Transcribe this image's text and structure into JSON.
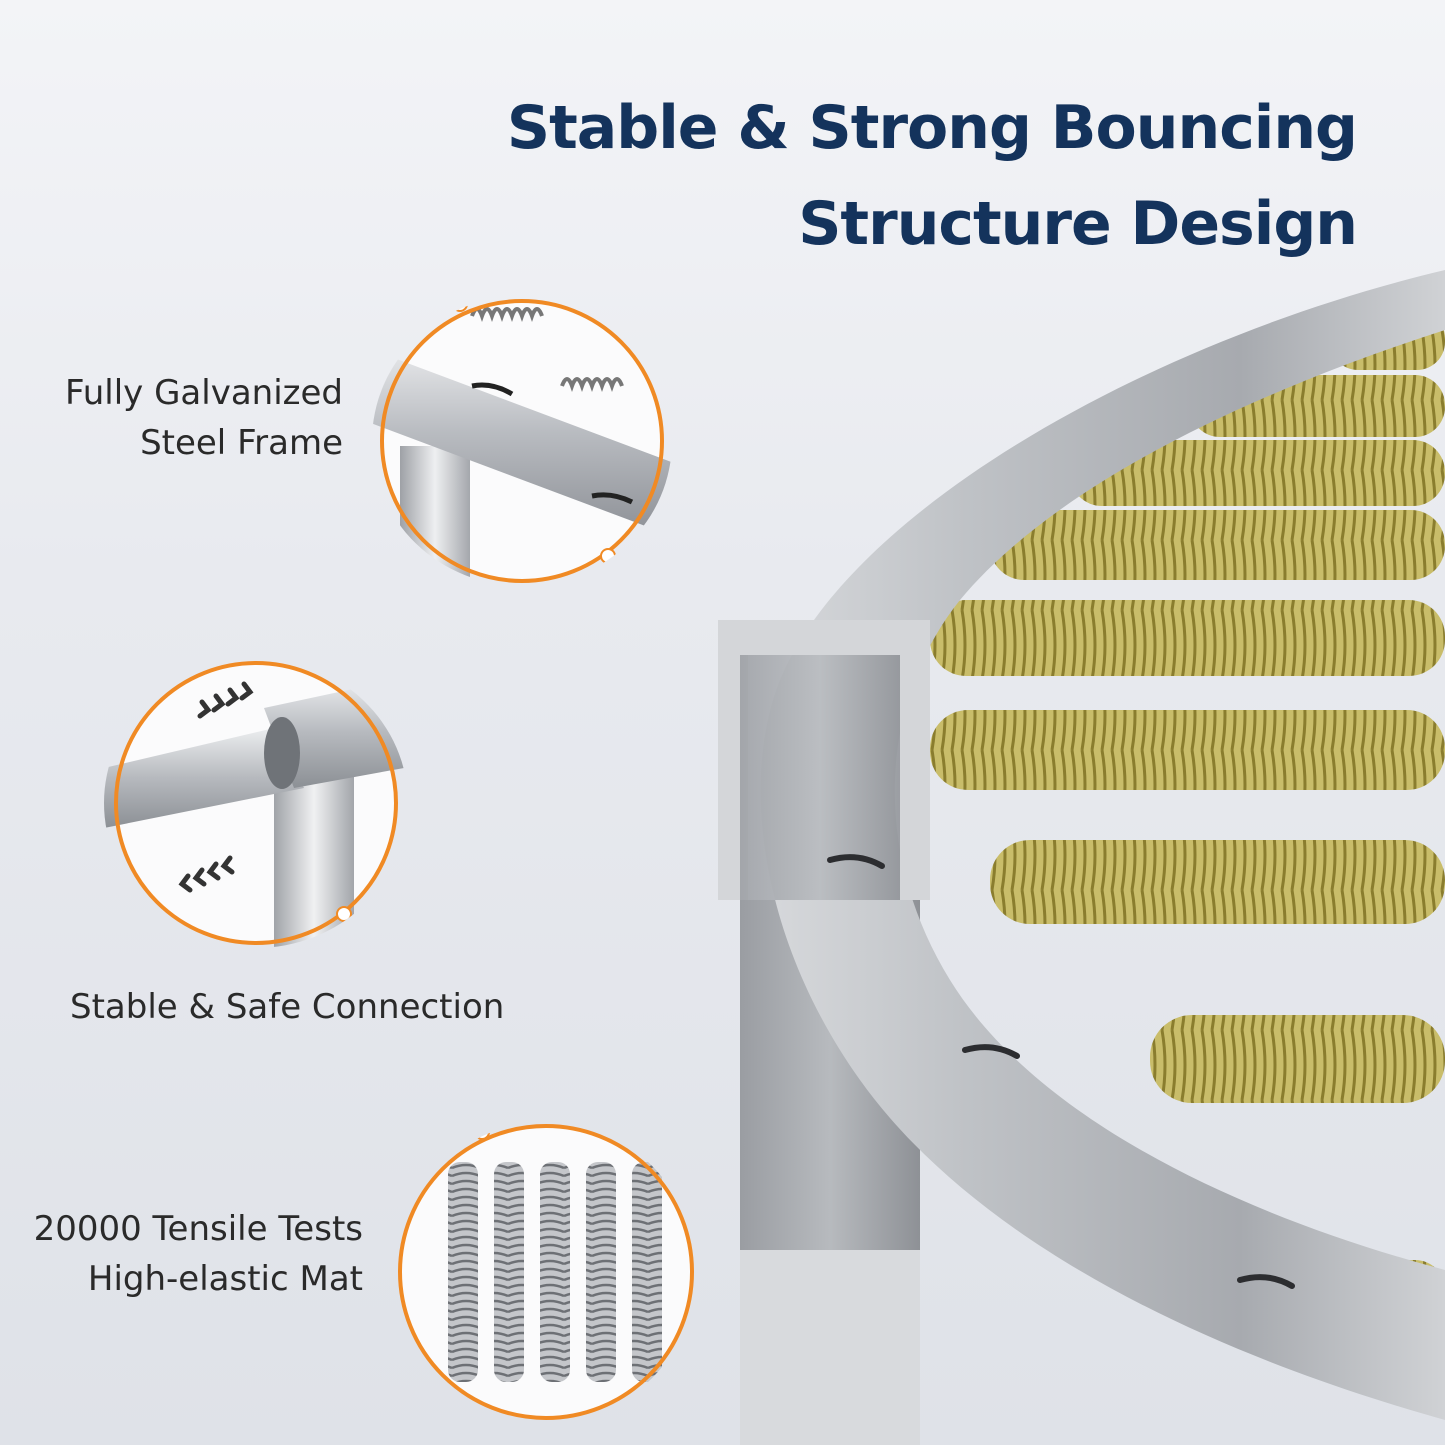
{
  "headline": {
    "line1": "Stable & Strong Bouncing",
    "line2": "Structure Design"
  },
  "features": [
    {
      "lines": [
        "Fully Galvanized",
        "Steel Frame"
      ],
      "icon": "galvanized-frame-closeup-icon"
    },
    {
      "lines": [
        "Stable & Safe Connection"
      ],
      "icon": "tube-connection-closeup-icon"
    },
    {
      "lines": [
        "20000 Tensile Tests",
        "High-elastic Mat"
      ],
      "icon": "springs-closeup-icon"
    }
  ],
  "colors": {
    "headline": "#14335c",
    "accent_orange": "#f08a24",
    "spring_gold": "#b5a64e",
    "frame_silver": "#c9cbcf"
  }
}
